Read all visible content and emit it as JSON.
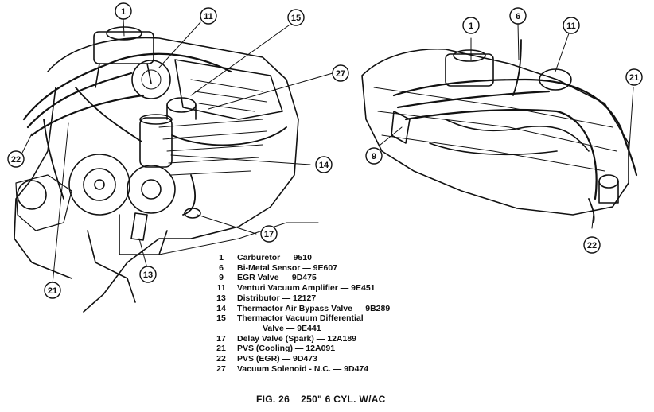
{
  "callouts": {
    "left": [
      "1",
      "11",
      "15",
      "27",
      "14",
      "17",
      "13",
      "21",
      "22"
    ],
    "right": [
      "1",
      "6",
      "11",
      "21",
      "9",
      "22"
    ]
  },
  "legend": [
    {
      "num": "1",
      "text": "Carburetor — 9510"
    },
    {
      "num": "6",
      "text": "Bi-Metal Sensor — 9E607"
    },
    {
      "num": "9",
      "text": "EGR Valve — 9D475"
    },
    {
      "num": "11",
      "text": "Venturi Vacuum Amplifier — 9E451"
    },
    {
      "num": "13",
      "text": "Distributor — 12127"
    },
    {
      "num": "14",
      "text": "Thermactor Air Bypass Valve — 9B289"
    },
    {
      "num": "15",
      "text": "Thermactor Vacuum Differential"
    },
    {
      "num": "",
      "text": "Valve — 9E441"
    },
    {
      "num": "17",
      "text": "Delay Valve (Spark) — 12A189"
    },
    {
      "num": "21",
      "text": "PVS (Cooling) — 12A091"
    },
    {
      "num": "22",
      "text": "PVS (EGR) — 9D473"
    },
    {
      "num": "27",
      "text": "Vacuum Solenoid - N.C. — 9D474"
    }
  ],
  "caption": {
    "fig": "FIG. 26",
    "title": "250\" 6 CYL. W/AC"
  }
}
